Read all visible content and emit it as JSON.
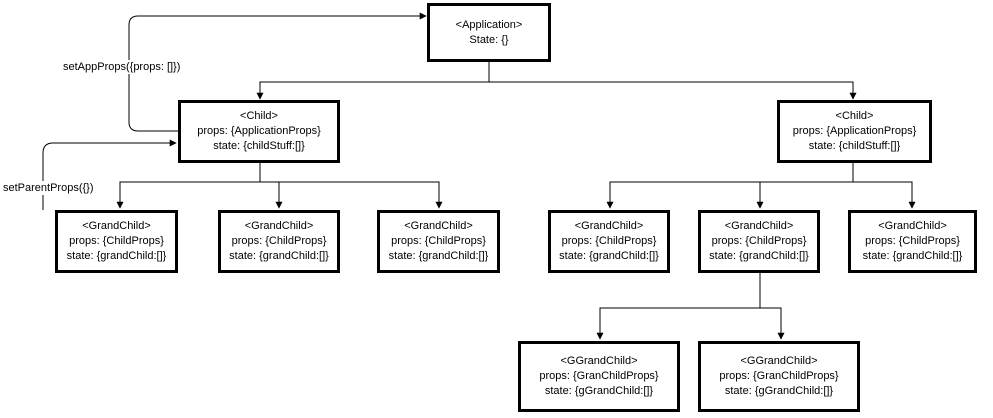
{
  "application": {
    "title": "<Application>",
    "line1": "State: {}"
  },
  "child_left": {
    "title": "<Child>",
    "line1": "props: {ApplicationProps}",
    "line2": "state: {childStuff:[]}"
  },
  "child_right": {
    "title": "<Child>",
    "line1": "props: {ApplicationProps}",
    "line2": "state: {childStuff:[]}"
  },
  "grandchildren": [
    {
      "title": "<GrandChild>",
      "line1": "props: {ChildProps}",
      "line2": "state: {grandChild:[]}"
    },
    {
      "title": "<GrandChild>",
      "line1": "props: {ChildProps}",
      "line2": "state: {grandChild:[]}"
    },
    {
      "title": "<GrandChild>",
      "line1": "props: {ChildProps}",
      "line2": "state: {grandChild:[]}"
    },
    {
      "title": "<GrandChild>",
      "line1": "props: {ChildProps}",
      "line2": "state: {grandChild:[]}"
    },
    {
      "title": "<GrandChild>",
      "line1": "props: {ChildProps}",
      "line2": "state: {grandChild:[]}"
    },
    {
      "title": "<GrandChild>",
      "line1": "props: {ChildProps}",
      "line2": "state: {grandChild:[]}"
    }
  ],
  "great_grandchildren": [
    {
      "title": "<GGrandChild>",
      "line1": "props: {GranChildProps}",
      "line2": "state: {gGrandChild:[]}"
    },
    {
      "title": "<GGrandChild>",
      "line1": "props: {GranChildProps}",
      "line2": "state: {gGrandChild:[]}"
    }
  ],
  "labels": {
    "set_app_props": "setAppProps({props: []})",
    "set_parent_props": "setParentProps({})"
  }
}
